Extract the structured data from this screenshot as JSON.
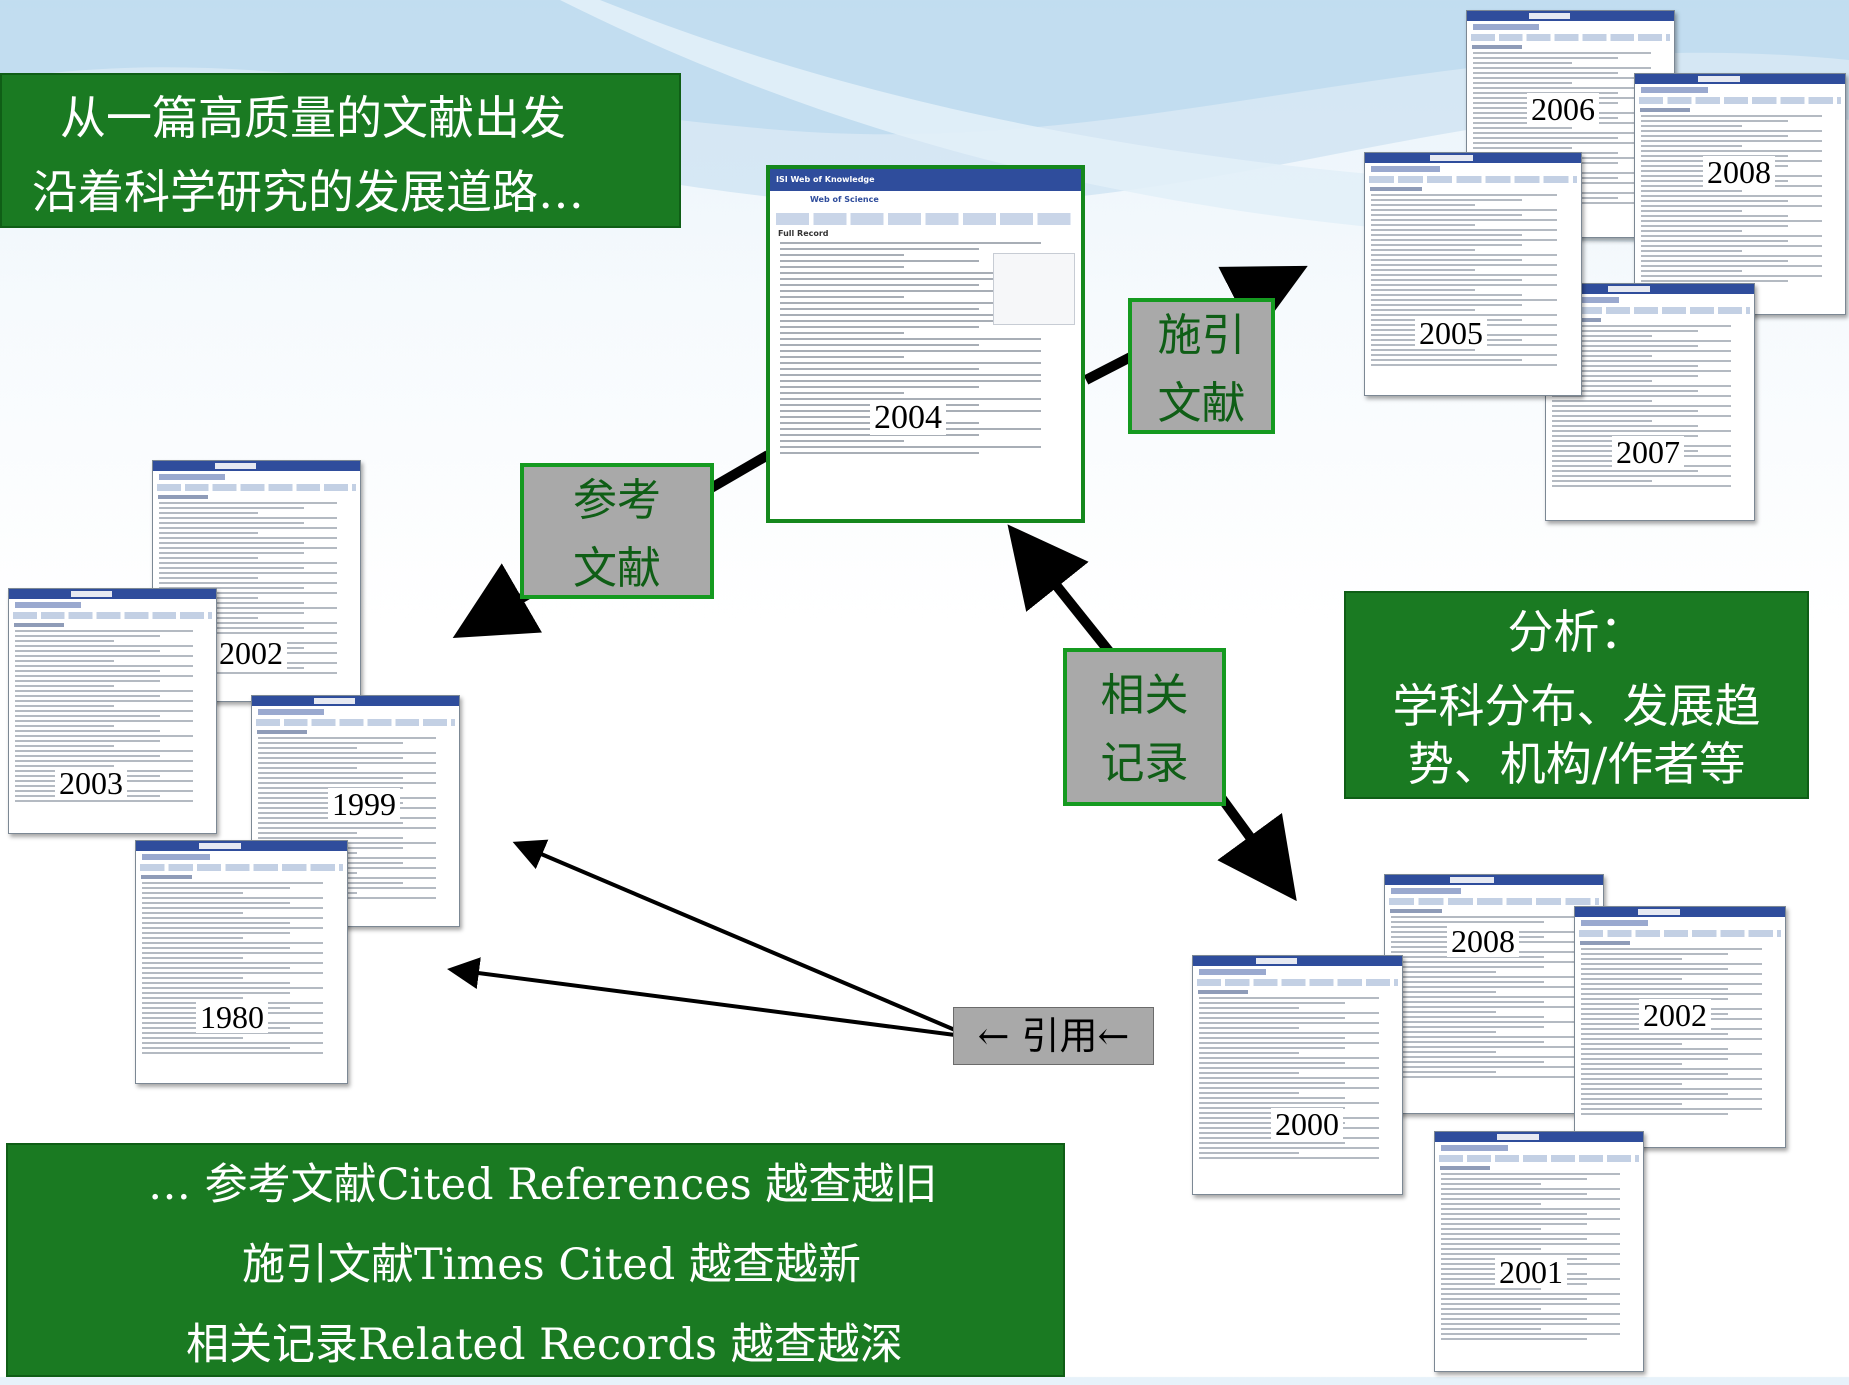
{
  "intro_box": {
    "line1": "从一篇高质量的文献出发",
    "line2": "沿着科学研究的发展道路…"
  },
  "center_record": {
    "header": "ISI Web of Knowledge",
    "product": "Web of Science",
    "section": "Full Record",
    "year": "2004"
  },
  "labels": {
    "references": [
      "参考",
      "文献"
    ],
    "citing": [
      "施引",
      "文献"
    ],
    "related": [
      "相关",
      "记录"
    ],
    "cited_by": "← 引用←"
  },
  "analysis_box": {
    "title": "分析：",
    "line1": "学科分布、发展趋",
    "line2": "势、机构/作者等"
  },
  "summary_box": {
    "line1": "… 参考文献Cited References 越查越旧",
    "line2": "施引文献Times Cited 越查越新",
    "line3": "相关记录Related Records 越查越深"
  },
  "years": {
    "references": [
      "2002",
      "2003",
      "1999",
      "1980"
    ],
    "citing": [
      "2006",
      "2008",
      "2005",
      "2007"
    ],
    "related": [
      "2008",
      "2002",
      "2000",
      "2001"
    ]
  },
  "colors": {
    "green_box": "#1a7a22",
    "gray_label": "#a9a9a9",
    "arrow": "#000000"
  }
}
